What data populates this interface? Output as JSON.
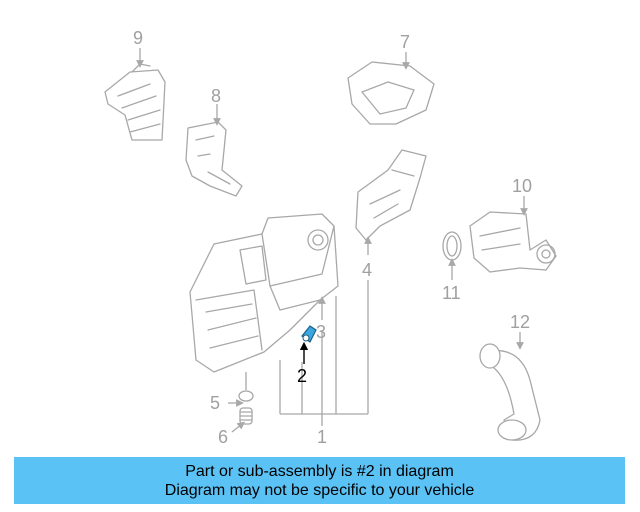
{
  "callouts": {
    "c1": "1",
    "c2": "2",
    "c3": "3",
    "c4": "4",
    "c5": "5",
    "c6": "6",
    "c7": "7",
    "c8": "8",
    "c9": "9",
    "c10": "10",
    "c11": "11",
    "c12": "12"
  },
  "highlighted_part": "2",
  "banner": {
    "line1": "Part or sub-assembly is #2 in diagram",
    "line2": "Diagram may not be specific to your vehicle",
    "color": "#5bc2f5"
  },
  "colors": {
    "line_art": "#a8a8a8",
    "highlight": "#000000",
    "accent_part": "#3aa7e0"
  }
}
